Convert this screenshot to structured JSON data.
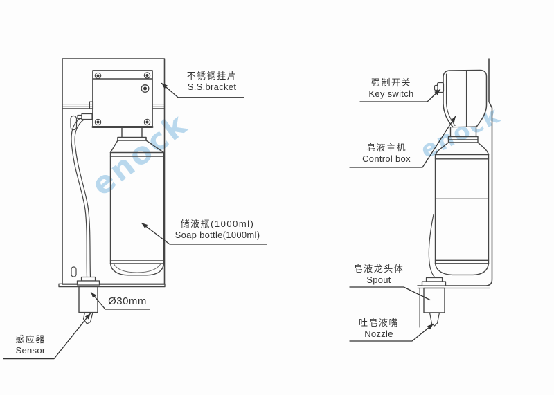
{
  "watermark": {
    "text": "enock"
  },
  "labels": {
    "bracket": {
      "zh": "不锈钢挂片",
      "en": "S.S.bracket"
    },
    "soap_bottle": {
      "zh": "储液瓶(1000ml)",
      "en": "Soap bottle(1000ml)"
    },
    "diameter": {
      "text": "Ø30mm"
    },
    "sensor": {
      "zh": "感应器",
      "en": "Sensor"
    },
    "key_switch": {
      "zh": "强制开关",
      "en": "Key switch"
    },
    "control_box": {
      "zh": "皂液主机",
      "en": "Control box"
    },
    "spout": {
      "zh": "皂液龙头体",
      "en": "Spout"
    },
    "nozzle": {
      "zh": "吐皂液嘴",
      "en": "Nozzle"
    }
  },
  "colors": {
    "line": "#454545",
    "leader": "#333333",
    "text": "#333333",
    "watermark": "#b2d5ec",
    "background": "#fdfdfd"
  }
}
